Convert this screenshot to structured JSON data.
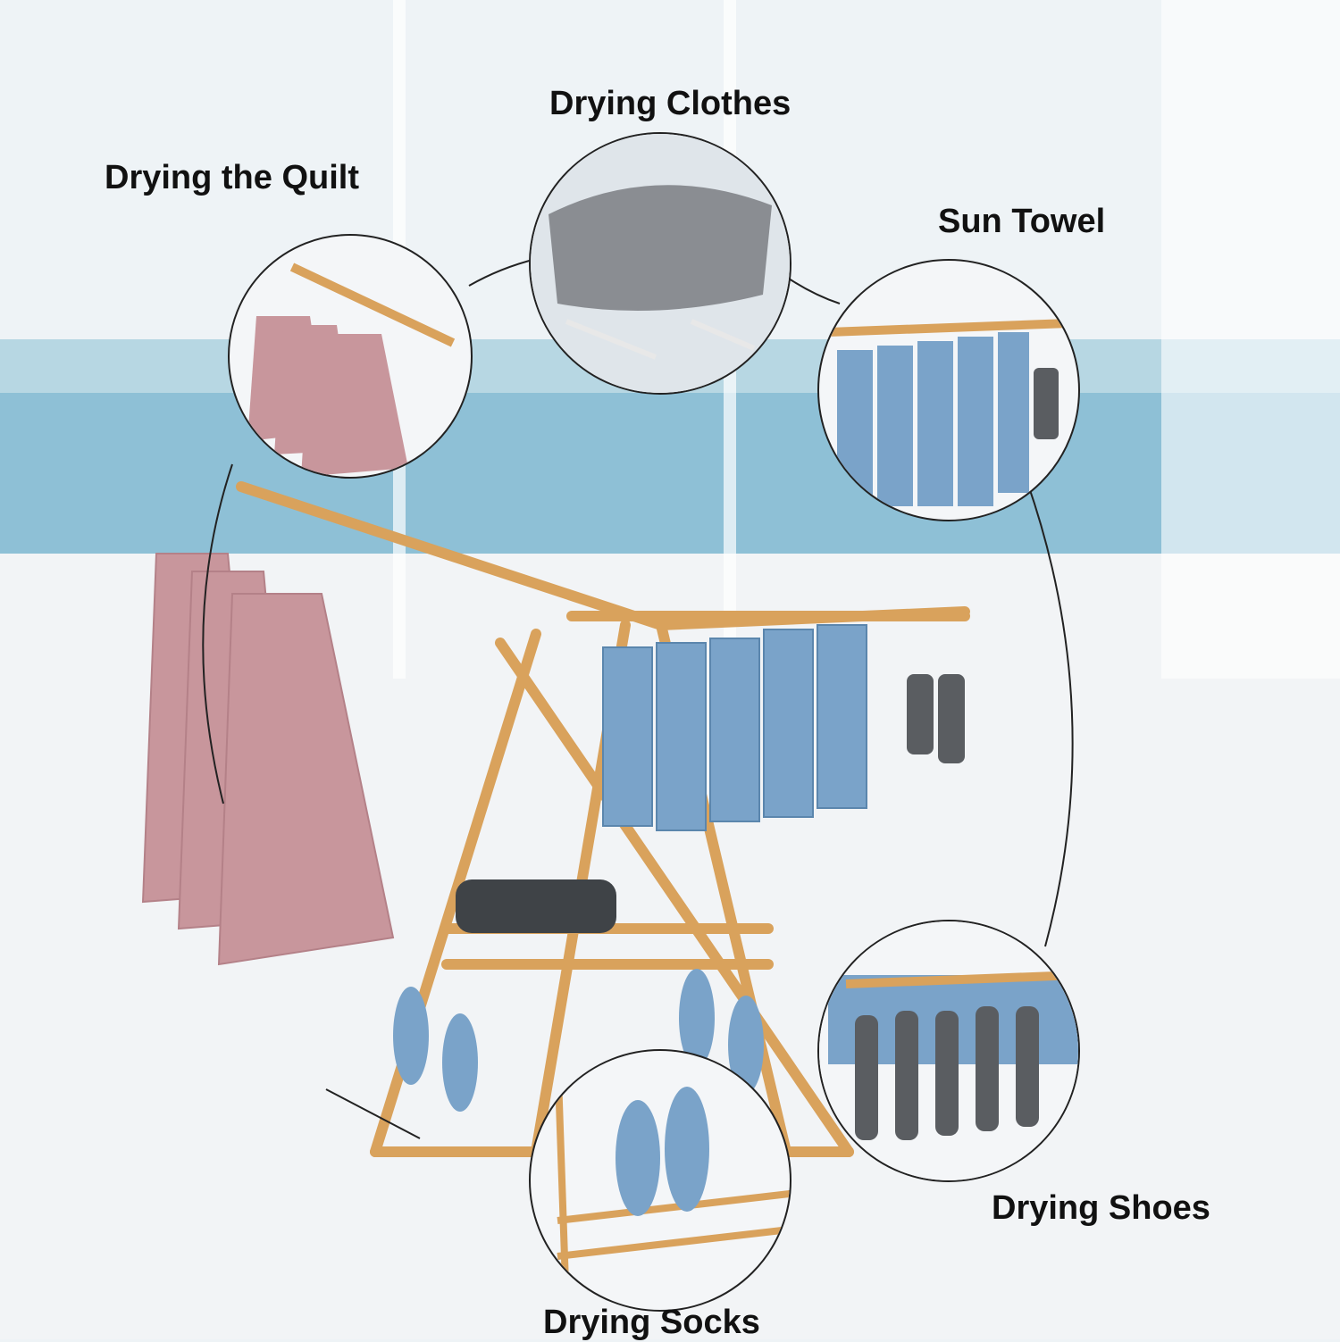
{
  "scene": {
    "product": "folding clothes drying rack",
    "colors": {
      "frame_gold": "#d9a25c",
      "dress_pink": "#c8969c",
      "towel_blue": "#7aa3c9",
      "sock_gray": "#5a5d61",
      "sea_blue": "#8ec0d6",
      "floor_white": "#f2f4f6"
    }
  },
  "labels": {
    "quilt": "Drying the Quilt",
    "clothes": "Drying Clothes",
    "towel": "Sun Towel",
    "shoes": "Drying Shoes",
    "socks": "Drying Socks"
  }
}
